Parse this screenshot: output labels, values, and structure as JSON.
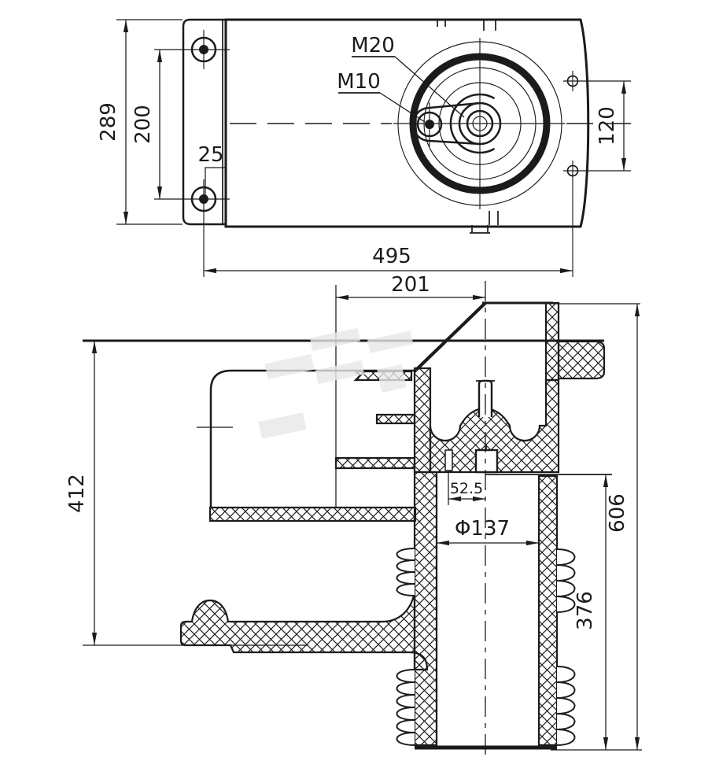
{
  "colors": {
    "ink": "#1b1b1b",
    "background": "#ffffff",
    "watermark": "#e7e7e7"
  },
  "top_view": {
    "dim_height": "289",
    "dim_hole_spacing": "200",
    "dim_hole_offset": "25",
    "dim_width": "495",
    "dim_side_hole_spacing": "120",
    "label_center_thread": "M20",
    "label_side_thread": "M10"
  },
  "section_view": {
    "dim_terminal_offset": "201",
    "dim_upper_height": "412",
    "dim_contact_offset": "52.5",
    "dim_bore_diameter": "Φ137",
    "dim_lower_height": "376",
    "dim_overall_height": "606"
  }
}
